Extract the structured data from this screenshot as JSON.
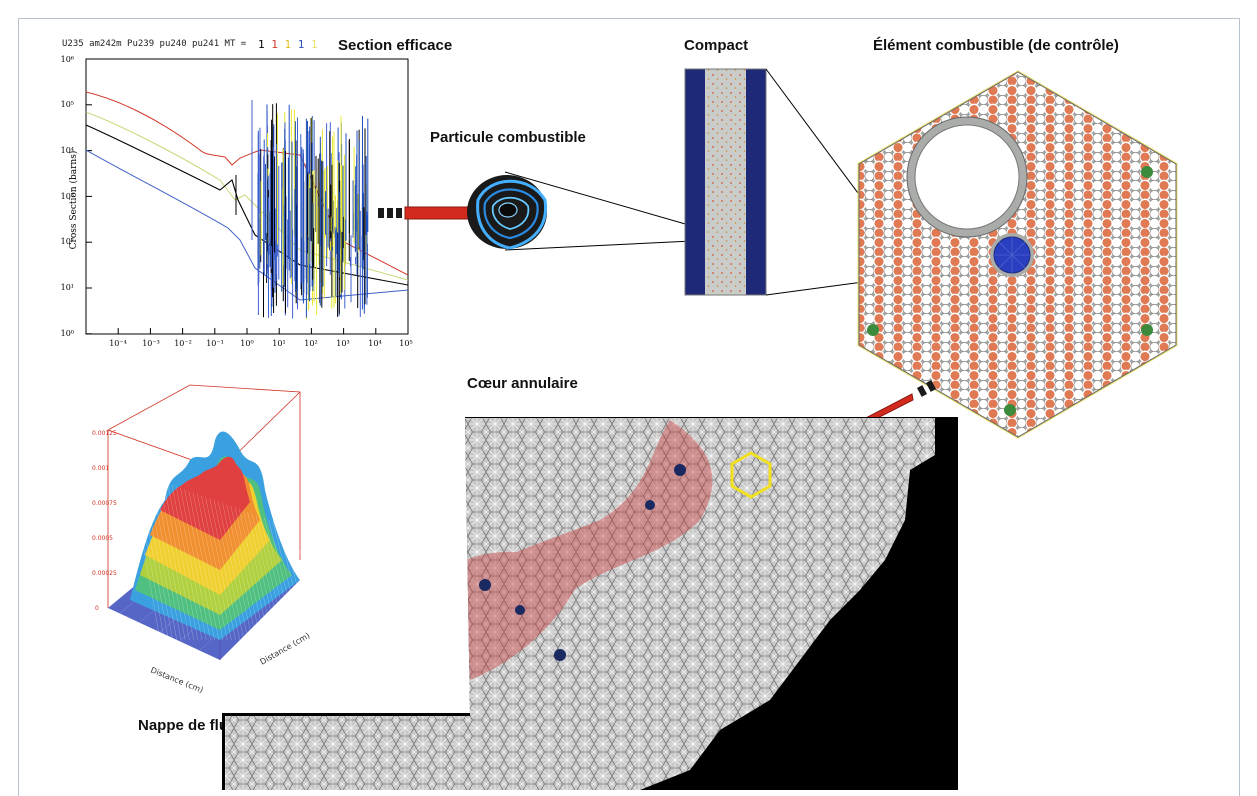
{
  "labels": {
    "cross_section": "Section efficace",
    "compact": "Compact",
    "fuel_element": "Élément combustible (de contrôle)",
    "particle": "Particule combustible",
    "annular_core": "Cœur annulaire",
    "flux_map": "Nappe de flux thermique"
  },
  "cross_section_plot": {
    "header": "U235 am242m Pu239 pu240 pu241  MT =",
    "legend_marks": [
      "1",
      "1",
      "1",
      "1",
      "1"
    ],
    "legend_colors": [
      "#000000",
      "#d03a2a",
      "#e0c020",
      "#3050c0",
      "#e8e070"
    ],
    "ylabel": "Cross Section (barns)",
    "x_ticks": [
      "10⁻⁴",
      "10⁻³",
      "10⁻²",
      "10⁻¹",
      "10⁰",
      "10¹",
      "10²",
      "10³",
      "10⁴",
      "10⁵"
    ],
    "y_ticks": [
      "10⁰",
      "10¹",
      "10²",
      "10³",
      "10⁴",
      "10⁵",
      "10⁶"
    ],
    "scale": "log-log"
  },
  "flux_plot": {
    "xlabel": "Distance (cm)",
    "ylabel": "Distance (cm)",
    "z_ticks": [
      "0",
      "0.00025",
      "0.0005",
      "0.00075",
      "0.001",
      "0.00125"
    ],
    "axis_color": "#d03020"
  },
  "colors": {
    "arrow": "#d42a1e",
    "compact_blue": "#1e2a78",
    "compact_fill": "#c9ccc8",
    "fuel_orange": "#e07a55",
    "control_rod": "#2a3fbf",
    "burnable_poison": "#3c8a3c",
    "hex_outline": "#e8e070",
    "highlight_hex": "#f0e020",
    "mesh_bg": "#000000",
    "mesh_fill": "#c8c8c8",
    "mesh_red": "#c84040"
  }
}
